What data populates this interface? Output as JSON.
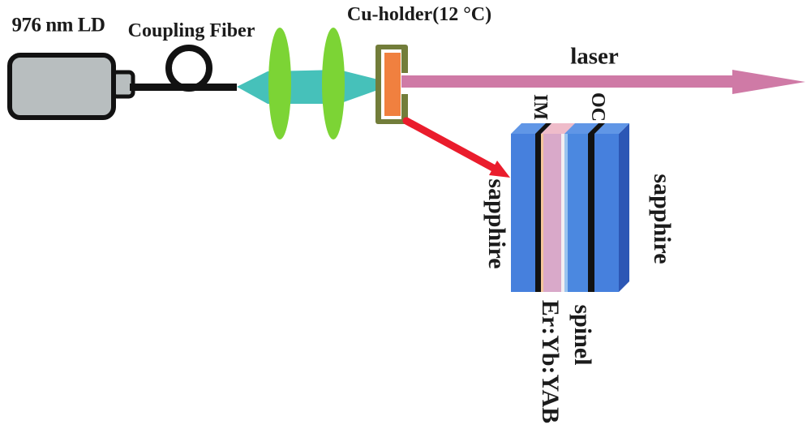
{
  "figure": {
    "labels": {
      "laser_diode": "976 nm LD",
      "coupling_fiber": "Coupling Fiber",
      "cu_holder": "Cu-holder(12 °C)",
      "laser": "laser",
      "input_mirror": "IM",
      "output_coupler": "OC",
      "sapphire_left": "sapphire",
      "sapphire_right": "sapphire",
      "gain_medium": "Er:Yb:YAB",
      "spinel": "spinel"
    },
    "colors": {
      "text": "#1b1b1b",
      "ld_gray": "#b8bebf",
      "line_black": "#121212",
      "lens_green": "#7cd435",
      "pump_teal": "#46c1ba",
      "holder_olive": "#727d3a",
      "holder_orange": "#f0803f",
      "laser_pink": "#cf7aa6",
      "arrow_red": "#ea1c2c",
      "sapphire_blue": "#4680dd",
      "sapphire_side": "#2c57b5",
      "top_blue": "#6096e6",
      "spinel_blue": "#4b88e0",
      "gain_pink": "#d9a9c9",
      "gain_peach": "#f4c69c",
      "pale_sliver": "#f3eef1",
      "lightblue_sliver": "#9cc4ee",
      "top_pink": "#efbcca"
    }
  }
}
